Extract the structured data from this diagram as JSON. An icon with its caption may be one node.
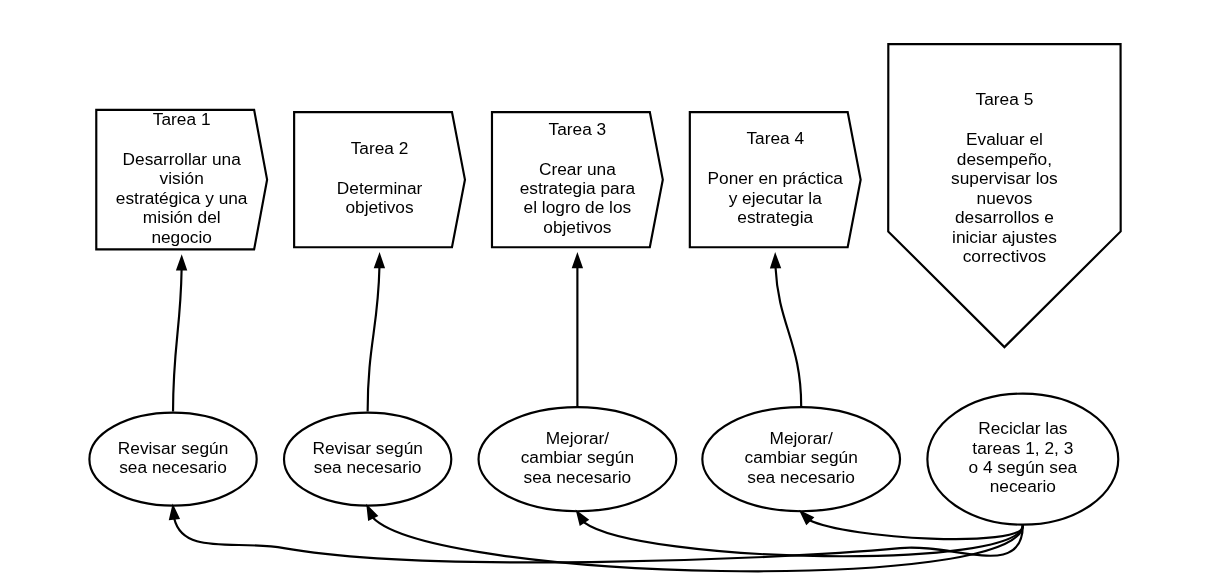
{
  "diagram": {
    "nodes": [
      {
        "text": [
          "Tarea 1",
          "Desarrollar una visión estratégica y una misión del negocio"
        ]
      },
      {
        "text": [
          "Tarea 2",
          "Determinar objetivos"
        ]
      },
      {
        "text": [
          "Tarea 3",
          "Crear una estrategia para el logro de los objetivos"
        ]
      },
      {
        "text": [
          "Tarea 4",
          "Poner en práctica y ejecutar la estrategia"
        ]
      },
      {
        "text": [
          "Tarea 5",
          "Evaluar el desempeño, supervisar los nuevos desarrollos e iniciar ajustes correctivos"
        ]
      },
      {
        "text": [
          "Revisar según sea necesario"
        ]
      },
      {
        "text": [
          "Revisar según sea necesario"
        ]
      },
      {
        "text": [
          "Mejorar/ cambiar según sea necesario"
        ]
      },
      {
        "text": [
          "Mejorar/ cambiar según sea necesario"
        ]
      },
      {
        "text": [
          "Reciclar las tareas 1, 2, 3 o 4 según sea neceario"
        ]
      }
    ],
    "edges": [
      {
        "from": 5,
        "to": 0,
        "arrow": "to"
      },
      {
        "from": 6,
        "to": 1,
        "arrow": "to"
      },
      {
        "from": 7,
        "to": 2,
        "arrow": "to"
      },
      {
        "from": 8,
        "to": 3,
        "arrow": "to"
      },
      {
        "from": 9,
        "to": 5,
        "arrow": "to"
      },
      {
        "from": 9,
        "to": 6,
        "arrow": "to"
      },
      {
        "from": 9,
        "to": 7,
        "arrow": "to"
      },
      {
        "from": 9,
        "to": 8,
        "arrow": "to"
      }
    ]
  }
}
